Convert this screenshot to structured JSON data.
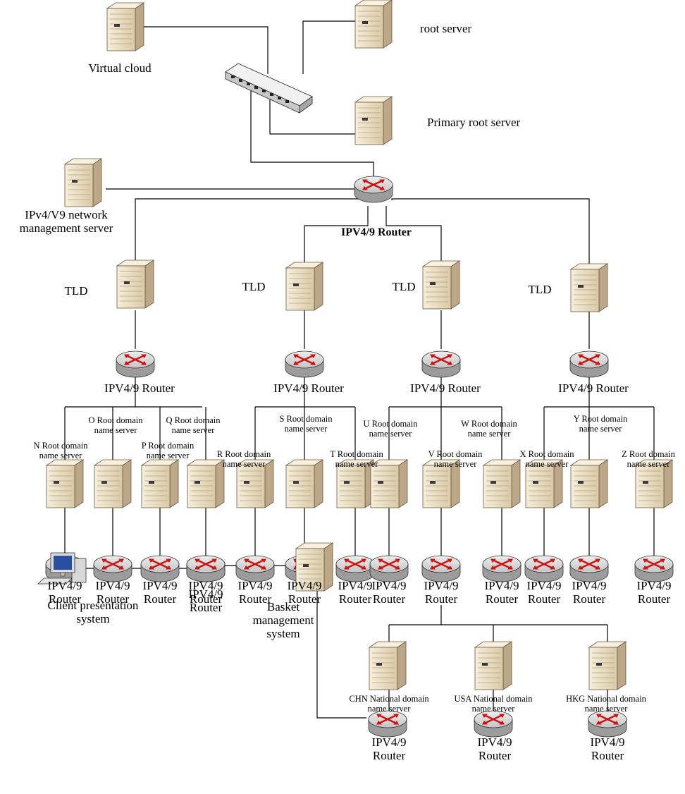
{
  "labels": {
    "virtual_cloud": "Virtual cloud",
    "root_server": "root server",
    "primary_root_server": "Primary root server",
    "mgmt_server": [
      "IPv4/V9 network",
      "management server"
    ],
    "core_router": "IPV4/9 Router",
    "tld": "TLD",
    "tld_router": "IPV4/9 Router",
    "leaf_router": [
      "IPV4/9",
      "Router"
    ],
    "client": [
      "Client presentation",
      "system"
    ],
    "basket": [
      "Basket",
      "management",
      "system"
    ]
  },
  "tld_groups": [
    {
      "name_servers": [
        [
          "N Root domain",
          "name server"
        ],
        [
          "O Root domain",
          "name server"
        ],
        [
          "P Root domain",
          "name server"
        ],
        [
          "Q Root domain",
          "name server"
        ]
      ]
    },
    {
      "name_servers": [
        [
          "R Root domain",
          "name server"
        ],
        [
          "S Root domain",
          "name server"
        ],
        [
          "T Root domain",
          "name server"
        ]
      ]
    },
    {
      "name_servers": [
        [
          "U Root domain",
          "name server"
        ],
        [
          "V Root domain",
          "name server"
        ],
        [
          "W Root domain",
          "name server"
        ]
      ]
    },
    {
      "name_servers": [
        [
          "X Root domain",
          "name server"
        ],
        [
          "Y Root domain",
          "name server"
        ],
        [
          "Z Root domain",
          "name server"
        ]
      ]
    }
  ],
  "national_servers": [
    [
      "CHN National domain",
      "name server"
    ],
    [
      "USA National domain",
      "name server"
    ],
    [
      "HKG National domain",
      "name server"
    ]
  ],
  "colors": {
    "server_front": "#efe4cc",
    "server_side": "#bca888",
    "server_top": "#f8f1e0",
    "router_top": "#d4d4d4",
    "router_side": "#9c9c9c",
    "arrow": "#cc1111",
    "line": "#000000"
  }
}
